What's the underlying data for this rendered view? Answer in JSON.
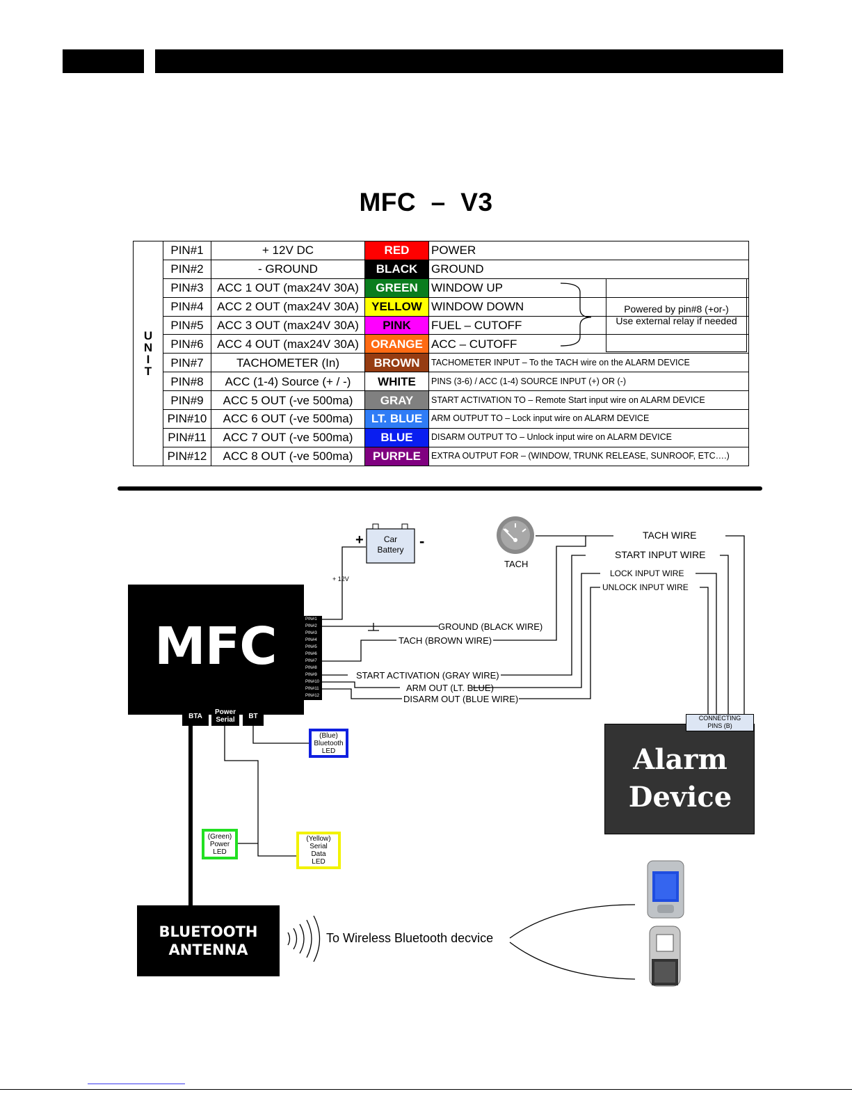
{
  "title": "MFC  –  V3",
  "unit_letters": [
    "U",
    "N",
    "I",
    "T"
  ],
  "pins": [
    {
      "pin": "PIN#1",
      "function": "+ 12V DC",
      "color_name": "RED",
      "bg": "#ff0000",
      "fg": "#ffffff",
      "description": "POWER"
    },
    {
      "pin": "PIN#2",
      "function": "- GROUND",
      "color_name": "BLACK",
      "bg": "#000000",
      "fg": "#ffffff",
      "description": "GROUND"
    },
    {
      "pin": "PIN#3",
      "function": "ACC 1 OUT (max24V 30A)",
      "color_name": "GREEN",
      "bg": "#0a7d1e",
      "fg": "#ffffff",
      "description": "WINDOW UP"
    },
    {
      "pin": "PIN#4",
      "function": "ACC 2 OUT (max24V 30A)",
      "color_name": "YELLOW",
      "bg": "#ffff00",
      "fg": "#000000",
      "description": "WINDOW DOWN"
    },
    {
      "pin": "PIN#5",
      "function": "ACC 3 OUT (max24V 30A)",
      "color_name": "PINK",
      "bg": "#ff00ff",
      "fg": "#000000",
      "description": "FUEL – CUTOFF"
    },
    {
      "pin": "PIN#6",
      "function": "ACC 4 OUT (max24V 30A)",
      "color_name": "ORANGE",
      "bg": "#ff6a13",
      "fg": "#ffffff",
      "description": "ACC – CUTOFF"
    },
    {
      "pin": "PIN#7",
      "function": "TACHOMETER (In)",
      "color_name": "BROWN",
      "bg": "#963c12",
      "fg": "#ffffff",
      "description": "TACHOMETER INPUT – To the TACH wire on the ALARM DEVICE"
    },
    {
      "pin": "PIN#8",
      "function": "ACC (1-4) Source (+ / -)",
      "color_name": "WHITE",
      "bg": "#ffffff",
      "fg": "#000000",
      "description": "PINS (3-6) / ACC (1-4) SOURCE INPUT (+) OR (-)"
    },
    {
      "pin": "PIN#9",
      "function": "ACC 5 OUT (-ve 500ma)",
      "color_name": "GRAY",
      "bg": "#808080",
      "fg": "#ffffff",
      "description": "START ACTIVATION TO – Remote Start input wire on ALARM DEVICE"
    },
    {
      "pin": "PIN#10",
      "function": "ACC 6 OUT (-ve 500ma)",
      "color_name": "LT. BLUE",
      "bg": "#2f7cf6",
      "fg": "#ffffff",
      "description": "ARM OUTPUT TO – Lock input wire on ALARM DEVICE"
    },
    {
      "pin": "PIN#11",
      "function": "ACC 7 OUT (-ve 500ma)",
      "color_name": "BLUE",
      "bg": "#0a1ef0",
      "fg": "#ffffff",
      "description": "DISARM OUTPUT TO – Unlock input wire on ALARM DEVICE"
    },
    {
      "pin": "PIN#12",
      "function": "ACC 8 OUT (-ve 500ma)",
      "color_name": "PURPLE",
      "bg": "#800080",
      "fg": "#ffffff",
      "description": "EXTRA OUTPUT FOR – (WINDOW, TRUNK RELEASE, SUNROOF, ETC….)"
    }
  ],
  "relay_note": {
    "line1": "Powered by pin#8 (+or-)",
    "line2": "Use external relay if needed"
  },
  "diagram": {
    "battery": {
      "line1": "Car",
      "line2": "Battery",
      "plus": "+",
      "minus": "-",
      "voltage": "+ 12V"
    },
    "tach_label": "TACH",
    "mfc_label": "MFC",
    "mfc_pin_labels": [
      "PIN#1",
      "PIN#2",
      "PIN#3",
      "PIN#4",
      "PIN#5",
      "PIN#6",
      "PIN#7",
      "PIN#8",
      "PIN#9",
      "PIN#10",
      "PIN#11",
      "PIN#12"
    ],
    "ports": {
      "bta": "BTA",
      "power_serial_1": "Power",
      "power_serial_2": "Serial",
      "bt": "BT"
    },
    "wire_labels": {
      "ground": "GROUND (BLACK WIRE)",
      "tach_brown": "TACH (BROWN WIRE)",
      "start_activation": "START ACTIVATION (GRAY WIRE)",
      "arm_out": "ARM OUT (LT. BLUE)",
      "disarm_out": "DISARM OUT (BLUE WIRE)",
      "tach_wire": "TACH WIRE",
      "start_input": "START INPUT WIRE",
      "lock_input": "LOCK INPUT WIRE",
      "unlock_input": "UNLOCK INPUT WIRE"
    },
    "connecting_pins": {
      "line1": "CONNECTING",
      "line2": "PINS (B)"
    },
    "alarm_device": {
      "line1": "Alarm",
      "line2": "Device"
    },
    "leds": {
      "blue": [
        "(Blue)",
        "Bluetooth",
        "LED"
      ],
      "green": [
        "(Green)",
        "Power",
        "LED"
      ],
      "yellow": [
        "(Yellow)",
        "Serial",
        "Data",
        "LED"
      ]
    },
    "antenna": {
      "line1": "BLUETOOTH",
      "line2": "ANTENNA"
    },
    "wireless_label": "To Wireless Bluetooth decvice"
  }
}
